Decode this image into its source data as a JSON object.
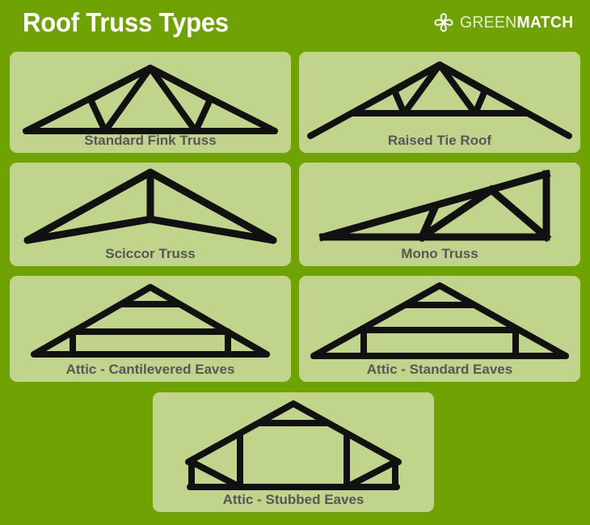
{
  "header": {
    "title": "Roof Truss Types",
    "brand_word_1": "GREEN",
    "brand_word_2": "MATCH",
    "brand_icon": "four-petal-flower-icon"
  },
  "colors": {
    "background": "#6fa304",
    "card": "#c0d48b",
    "line": "#111111",
    "label_text": "#575757",
    "title_text": "#ffffff"
  },
  "cards": [
    {
      "label": "Standard Fink Truss",
      "figure": "truss-standard-fink"
    },
    {
      "label": "Raised Tie Roof",
      "figure": "truss-raised-tie-roof"
    },
    {
      "label": "Sciccor Truss",
      "figure": "truss-sciccor"
    },
    {
      "label": "Mono Truss",
      "figure": "truss-mono"
    },
    {
      "label": "Attic - Cantilevered Eaves",
      "figure": "truss-attic-cantilevered-eaves"
    },
    {
      "label": "Attic - Standard Eaves",
      "figure": "truss-attic-standard-eaves"
    },
    {
      "label": "Attic - Stubbed Eaves",
      "figure": "truss-attic-stubbed-eaves"
    }
  ]
}
